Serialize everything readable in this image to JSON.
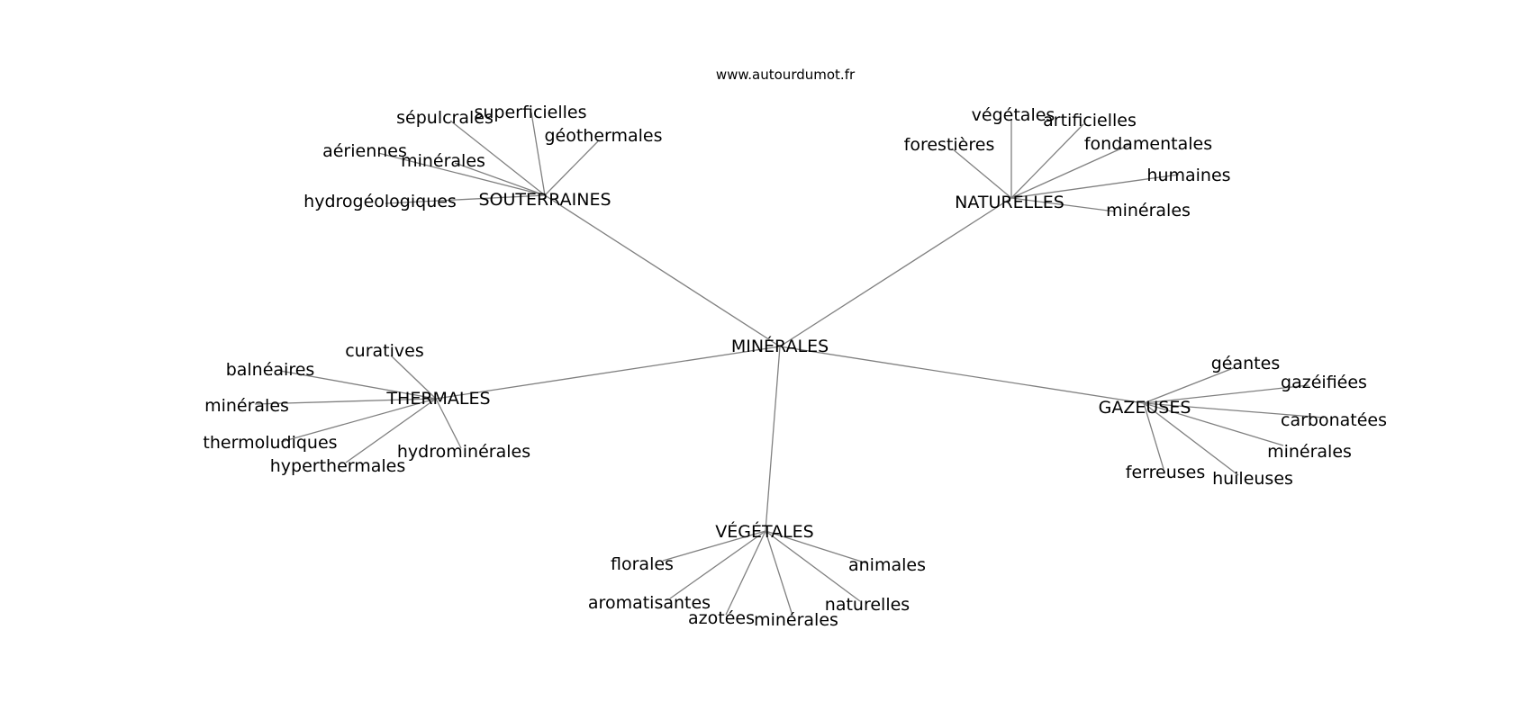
{
  "watermark": "www.autourdumot.fr",
  "colors": {
    "edge": "#808080",
    "text": "#000000",
    "background": "#ffffff"
  },
  "center": {
    "id": "center",
    "label": "MINÉRALES"
  },
  "clusters": [
    {
      "id": "souterraines",
      "label": "SOUTERRAINES",
      "leaves": [
        "sépulcrales",
        "superficielles",
        "géothermales",
        "aériennes",
        "minérales",
        "hydrogéologiques"
      ]
    },
    {
      "id": "naturelles",
      "label": "NATURELLES",
      "leaves": [
        "végétales",
        "artificielles",
        "fondamentales",
        "forestières",
        "humaines",
        "minérales"
      ]
    },
    {
      "id": "thermales",
      "label": "THERMALES",
      "leaves": [
        "curatives",
        "balnéaires",
        "minérales",
        "thermoludiques",
        "hyperthermales",
        "hydrominérales"
      ]
    },
    {
      "id": "gazeuses",
      "label": "GAZEUSES",
      "leaves": [
        "géantes",
        "gazéifiées",
        "carbonatées",
        "minérales",
        "ferreuses",
        "huileuses"
      ]
    },
    {
      "id": "vegetales",
      "label": "VÉGÉTALES",
      "leaves": [
        "florales",
        "animales",
        "aromatisantes",
        "naturelles",
        "azotées",
        "minérales"
      ]
    }
  ]
}
